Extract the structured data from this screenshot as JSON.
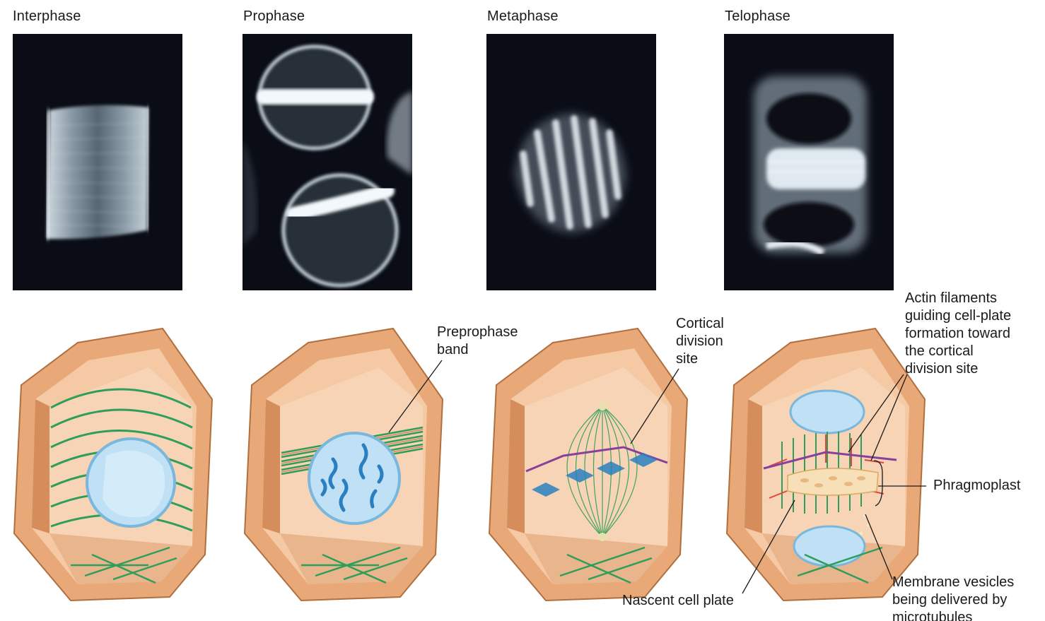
{
  "phases": [
    {
      "title": "Interphase"
    },
    {
      "title": "Prophase"
    },
    {
      "title": "Metaphase"
    },
    {
      "title": "Telophase"
    }
  ],
  "labels": {
    "preprophase_band": "Preprophase\nband",
    "cortical_division_site": "Cortical\ndivision\nsite",
    "actin_filaments": "Actin filaments\nguiding cell-plate\nformation toward\nthe cortical\ndivision site",
    "phragmoplast": "Phragmoplast",
    "nascent_cell_plate": "Nascent cell plate",
    "membrane_vesicles": "Membrane vesicles\nbeing delivered by\nmicrotubules"
  },
  "colors": {
    "wall_outer": "#e8a878",
    "wall_inner": "#f4c9a4",
    "wall_dark": "#c9804c",
    "microtubule": "#2e9e5a",
    "nucleus": "#bfe0f5",
    "chromosome": "#2a7fc0",
    "actin": "#e0463a",
    "cortical_band": "#8a3f9c",
    "micrograph_bg": "#0a0d16"
  }
}
